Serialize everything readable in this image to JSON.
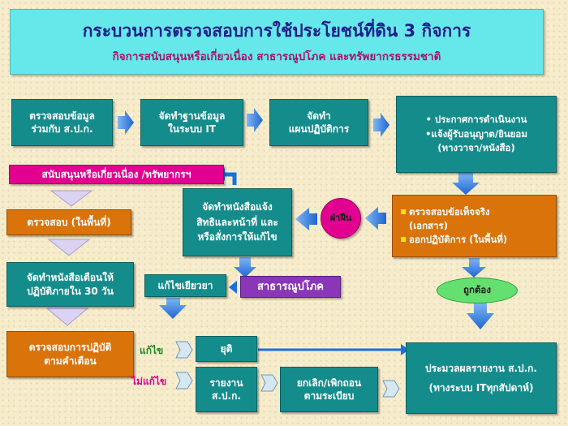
{
  "header": {
    "title": "กระบวนการตรวจสอบการใช้ประโยชน์ที่ดิน 3 กิจการ",
    "subtitle": "กิจการสนับสนุนหรือเกี่ยวเนื่อง  สาธารณูปโภค  และทรัพยากรธรรมชาติ"
  },
  "row1": {
    "b1": [
      "ตรวจสอบข้อมูล",
      "ร่วมกับ ส.ป.ก."
    ],
    "b2": [
      "จัดทำฐานข้อมูล",
      "ในระบบ IT"
    ],
    "b3": [
      "จัดทำ",
      "แผนปฏิบัติการ"
    ],
    "b4": [
      "• ประกาศการดำเนินงาน",
      "•แจ้งผู้รับอนุญาต/ยินยอม",
      "(ทางวาจา/หนังสือ)"
    ]
  },
  "left": {
    "support": "สนับสนุนหรือเกี่ยวเนื่อง /ทรัพยากรฯ",
    "inspect_field": "ตรวจสอบ (ในพื้นที่)",
    "warning": [
      "จัดทำหนังสือเตือนให้",
      "ปฏิบัติภายใน 30 วัน"
    ],
    "check_compliance": [
      "ตรวจสอบการปฏิบัติ",
      "ตามคำเตือน"
    ]
  },
  "center": {
    "notify": [
      "จัดทำหนังสือแจ้ง",
      "สิทธิและหน้าที่ และ",
      "หรือสั่งการให้แก้ไข"
    ],
    "violate": "ฝ่าฝืน",
    "public_utility": "สาธารณูปโภค",
    "fix_label": "แก้ไขเยียวยา"
  },
  "right": {
    "facts": [
      "ตรวจสอบข้อเท็จจริง",
      "(เอกสาร)",
      "ออกปฏิบัติการ (ในพื้นที่)"
    ],
    "correct": "ถูกต้อง",
    "summary": [
      "ประมวลผลรายงาน ส.ป.ก.",
      "(ทางระบบ ITทุกสัปดาห์)"
    ]
  },
  "bottom": {
    "fixed_label": "แก้ไข",
    "not_fixed_label": "ไม่แก้ไข",
    "stop": "ยุติ",
    "report": [
      "รายงาน",
      "ส.ป.ก."
    ],
    "revoke": [
      "ยกเลิก/เพิกถอน",
      "ตามระเบียบ"
    ]
  },
  "colors": {
    "teal": "#158c8c",
    "orange": "#d9730a",
    "magenta": "#e10090",
    "blue": "#1a6fe0",
    "green": "#63e06f",
    "header_bg": "#66e8ea"
  }
}
